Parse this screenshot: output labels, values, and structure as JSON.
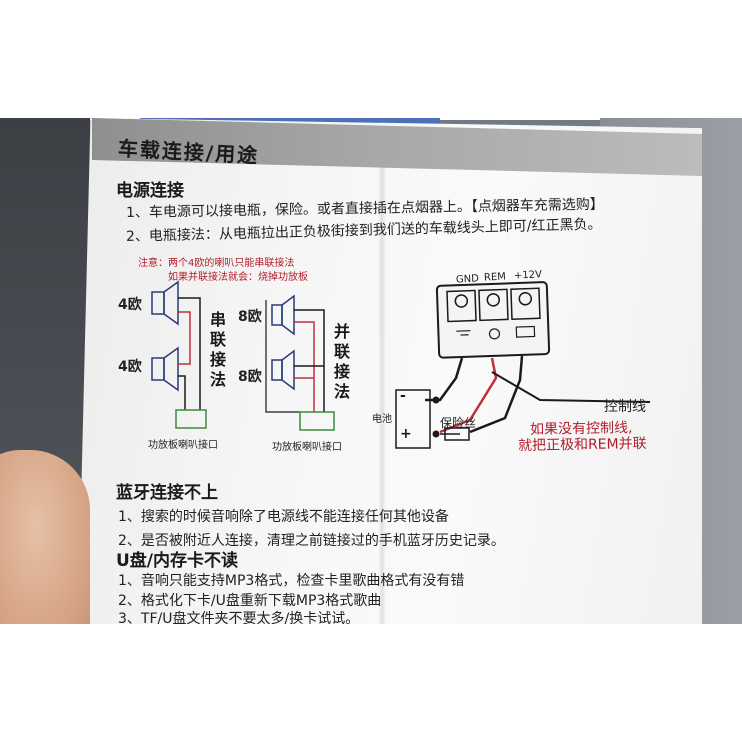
{
  "header": {
    "title": "车载连接/用途"
  },
  "power": {
    "title": "电源连接",
    "line1": "1、车电源可以接电瓶，保险。或者直接插在点烟器上。【点烟器车充需选购】",
    "line2": "2、电瓶接法：从电瓶拉出正负极街接到我们送的车载线头上即可/红正黑负。"
  },
  "note": {
    "line1": "注意：两个4欧的喇叭只能串联接法",
    "line2": "如果并联接法就会：烧掉功放板"
  },
  "diagram": {
    "speaker_4ohm": "4欧",
    "speaker_8ohm": "8欧",
    "series": [
      "串",
      "联",
      "接",
      "法"
    ],
    "parallel": [
      "并",
      "联",
      "接",
      "法"
    ],
    "amp_port": "功放板喇叭接口",
    "terminals": [
      "GND",
      "REM",
      "+12V"
    ],
    "battery": "电池",
    "fuse": "保险丝",
    "control_wire": "控制线",
    "warn1": "如果没有控制线,",
    "warn2": "就把正极和REM并联",
    "minus": "-",
    "plus": "+"
  },
  "bluetooth": {
    "title": "蓝牙连接不上",
    "line1": "1、搜索的时候音响除了电源线不能连接任何其他设备",
    "line2": "2、是否被附近人连接，清理之前链接过的手机蓝牙历史记录。"
  },
  "usb": {
    "title": "U盘/内存卡不读",
    "line1": "1、音响只能支持MP3格式，检查卡里歌曲格式有没有错",
    "line2": "2、格式化下卡/U盘重新下载MP3格式歌曲",
    "line3": "3、TF/U盘文件夹不要太多/换卡试试。"
  },
  "colors": {
    "warning_red": "#b31e2b",
    "wire_black": "#1a1a1a",
    "wire_red": "#c0303a"
  }
}
